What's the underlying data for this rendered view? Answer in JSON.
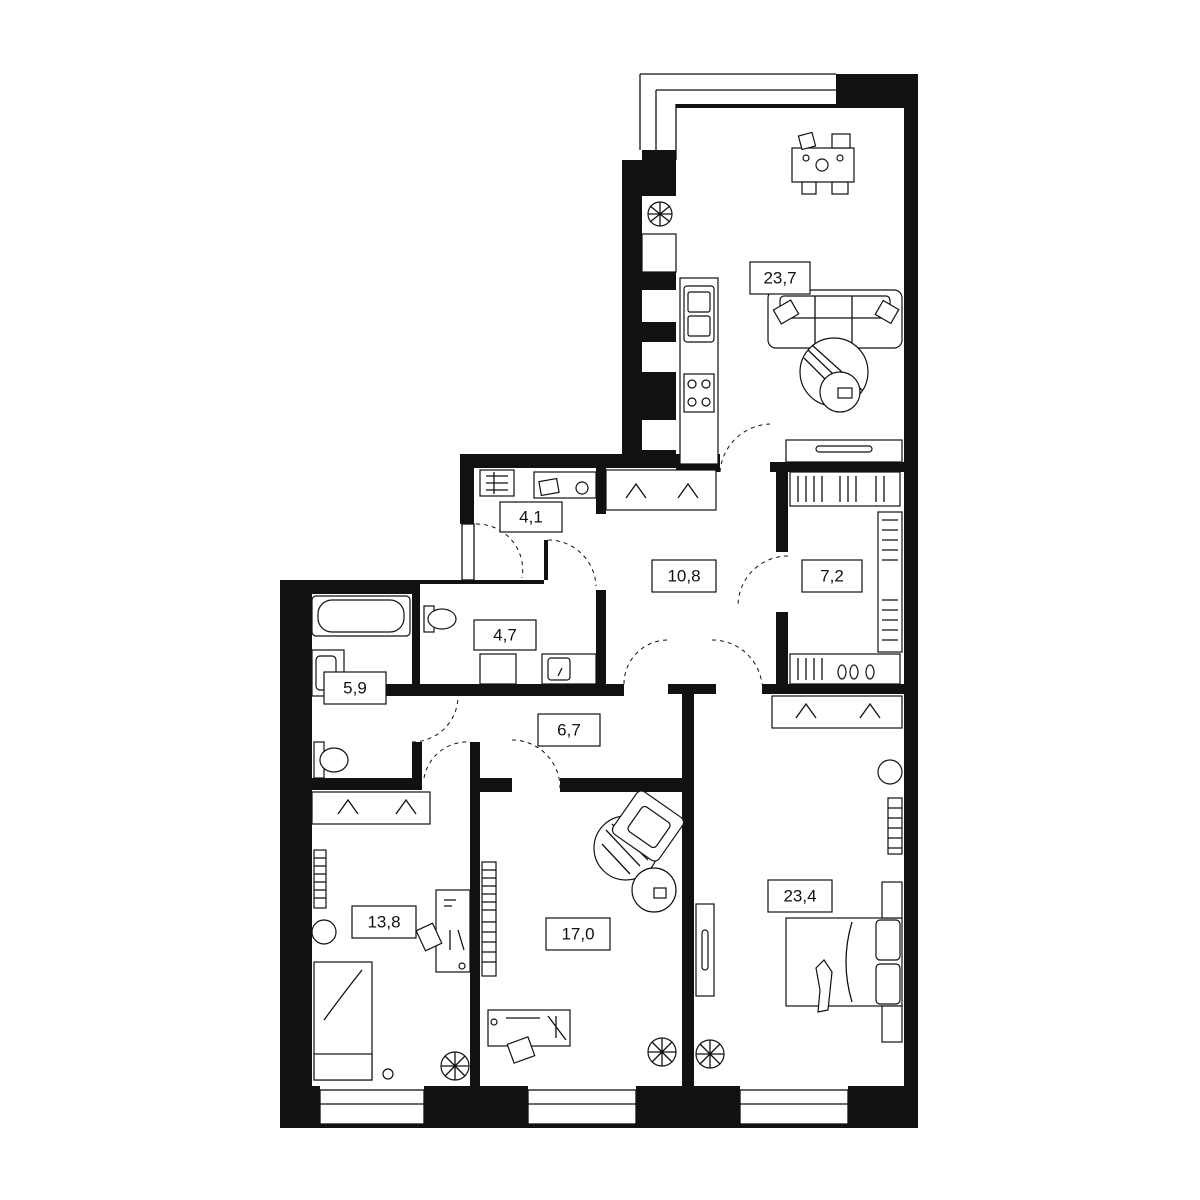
{
  "plan": {
    "rooms": [
      {
        "id": "living-kitchen",
        "area": "23,7"
      },
      {
        "id": "storage-small",
        "area": "4,1"
      },
      {
        "id": "hall",
        "area": "10,8"
      },
      {
        "id": "wardrobe",
        "area": "7,2"
      },
      {
        "id": "toilet",
        "area": "4,7"
      },
      {
        "id": "bathroom",
        "area": "5,9"
      },
      {
        "id": "corridor",
        "area": "6,7"
      },
      {
        "id": "bedroom-left",
        "area": "13,8"
      },
      {
        "id": "bedroom-middle",
        "area": "17,0"
      },
      {
        "id": "bedroom-master",
        "area": "23,4"
      }
    ]
  },
  "icons": {
    "plant": "plant-icon",
    "sofa": "sofa-icon",
    "bed": "bed-icon",
    "dining-table": "dining-table-icon",
    "stove": "stove-icon",
    "sink": "sink-icon",
    "bathtub": "bathtub-icon",
    "toilet": "toilet-icon",
    "hanger": "hanger-icon",
    "desk": "desk-icon",
    "armchair": "armchair-icon",
    "tv": "tv-icon"
  },
  "colors": {
    "wall": "#111111",
    "background": "#ffffff"
  }
}
